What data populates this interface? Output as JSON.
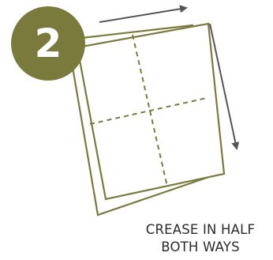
{
  "step": {
    "number": "2"
  },
  "caption": {
    "line1": "CREASE IN HALF",
    "line2": "BOTH WAYS"
  },
  "colors": {
    "accent": "#7b7a3d",
    "paper_stroke": "#7b7a3d",
    "arrow": "#555555",
    "text": "#2a2a2a",
    "background": "#ffffff"
  },
  "icons": {
    "arrow_right": "arrow-right-icon",
    "arrow_down": "arrow-down-icon"
  }
}
